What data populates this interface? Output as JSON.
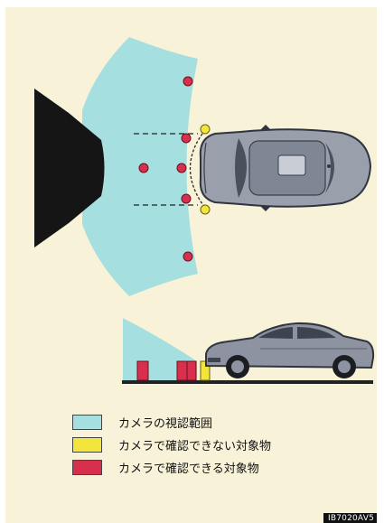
{
  "colors": {
    "background": "#f7f2d8",
    "camera_view": "#a6dfe0",
    "undetectable_object": "#f2e53c",
    "detectable_object": "#d8304c",
    "obstacle": "#151515",
    "vehicle": "#8d93a0"
  },
  "legend": [
    {
      "label": "カメラの視認範囲",
      "color": "#a6dfe0"
    },
    {
      "label": "カメラで確認できない対象物",
      "color": "#f2e53c"
    },
    {
      "label": "カメラで確認できる対象物",
      "color": "#d8304c"
    }
  ],
  "figure_code": "IB7020AV5"
}
